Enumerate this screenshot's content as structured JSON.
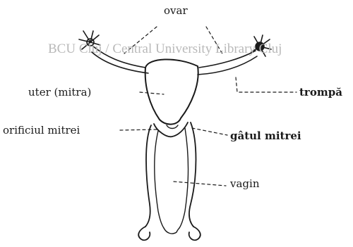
{
  "diagram": {
    "labels": {
      "ovar": "ovar",
      "uter": "uter (mitra)",
      "trompa": "trompă",
      "orificiul": "orificiul mitrei",
      "gatul": "gâtul mitrei",
      "vagin": "vagin"
    },
    "watermark": "BCU Cluj / Central University Library Cluj",
    "colors": {
      "ink": "#1a1a1a",
      "watermark": "#b9b9b9"
    }
  }
}
